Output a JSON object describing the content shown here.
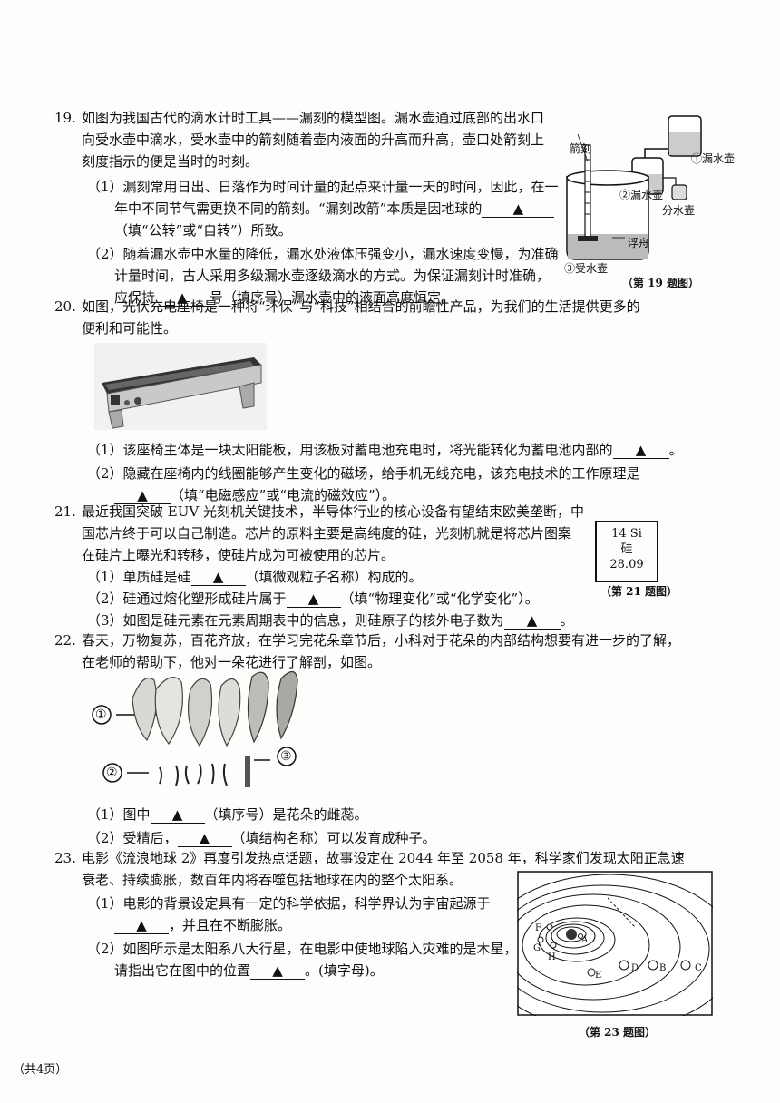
{
  "q19": {
    "num": "19.",
    "lines": [
      "如图为我国古代的滴水计时工具——漏刻的模型图。漏水壶通过底部的出水口",
      "向受水壶中滴水，受水壶中的箭刻随着壶内液面的升高而升高，壶口处箭刻上",
      "刻度指示的便是当时的时刻。"
    ],
    "s1": [
      "（1）漏刻常用日出、日落作为时间计量的起点来计量一天的时间，因此，在一",
      "年中不同节气需更换不同的箭刻。“漏刻改箭”本质是因地球的",
      "（填“公转”或“自转”）所致。"
    ],
    "s2": [
      "（2）随着漏水壶中水量的降低，漏水处液体压强变小，漏水速度变慢，为准确",
      "计量时间，古人采用多级漏水壶逐级滴水的方式。为保证漏刻计时准确，",
      "应保持",
      "号（填序号）漏水壶中的液面高度恒定。"
    ],
    "fig": {
      "jianke": "箭刻",
      "pot1": "①漏水壶",
      "pot2": "②漏水壶",
      "fenshui": "分水壶",
      "fuzhou": "浮舟",
      "pot3": "③受水壶",
      "caption": "（第 19 题图）"
    }
  },
  "q20": {
    "num": "20.",
    "lines": [
      "如图，光伏充电座椅是一种将“环保”与“科技”相结合的前瞻性产品，为我们的生活提供更多的",
      "便利和可能性。"
    ],
    "s1": "（1）该座椅主体是一块太阳能板，用该板对蓄电池充电时，将光能转化为蓄电池内部的",
    "s1_end": "。",
    "s2": [
      "（2）隐藏在座椅内的线圈能够产生变化的磁场，给手机无线充电，该充电技术的工作原理是",
      "（填“电磁感应”或“电流的磁效应”）。"
    ]
  },
  "q21": {
    "num": "21.",
    "lines": [
      "最近我国突破 EUV 光刻机关键技术，半导体行业的核心设备有望结束欧美垄断，中",
      "国芯片终于可以自己制造。芯片的原料主要是高纯度的硅，光刻机就是将芯片图案",
      "在硅片上曝光和转移，使硅片成为可被使用的芯片。"
    ],
    "s1": [
      "（1）单质硅是硅",
      "（填微观粒子名称）构成的。"
    ],
    "s2": [
      "（2）硅通过熔化塑形成硅片属于",
      "（填“物理变化”或“化学变化”）。"
    ],
    "s3": [
      "（3）如图是硅元素在元素周期表中的信息，则硅原子的核外电子数为",
      "。"
    ],
    "tile": {
      "top": "14 Si",
      "name": "硅",
      "mass": "28.09"
    },
    "caption": "（第 21 题图）"
  },
  "q22": {
    "num": "22.",
    "lines": [
      "春天，万物复苏，百花齐放，在学习完花朵章节后，小科对于花朵的内部结构想要有进一步的了解，",
      "在老师的帮助下，他对一朵花进行了解剖，如图。"
    ],
    "labels": [
      "①",
      "②",
      "③"
    ],
    "s1": [
      "（1）图中",
      "（填序号）是花朵的雌蕊。"
    ],
    "s2": [
      "（2）受精后，",
      "（填结构名称）可以发育成种子。"
    ]
  },
  "q23": {
    "num": "23.",
    "lines": [
      "电影《流浪地球 2》再度引发热点话题，故事设定在 2044 年至 2058 年，科学家们发现太阳正急速",
      "衰老、持续膨胀，数百年内将吞噬包括地球在内的整个太阳系。"
    ],
    "s1": [
      "（1）电影的背景设定具有一定的科学依据，科学界认为宇宙起源于",
      "，并且在不断膨胀。"
    ],
    "s2": [
      "（2）如图所示是太阳系八大行星，在电影中使地球陷入灾难的是木星，",
      "请指出它在图中的位置",
      "。(填字母)。"
    ],
    "planets": [
      "A",
      "B",
      "C",
      "D",
      "E",
      "F",
      "G",
      "H"
    ],
    "caption": "（第 23 题图）"
  },
  "blank_mark": "▲",
  "footer": "（共4页）"
}
